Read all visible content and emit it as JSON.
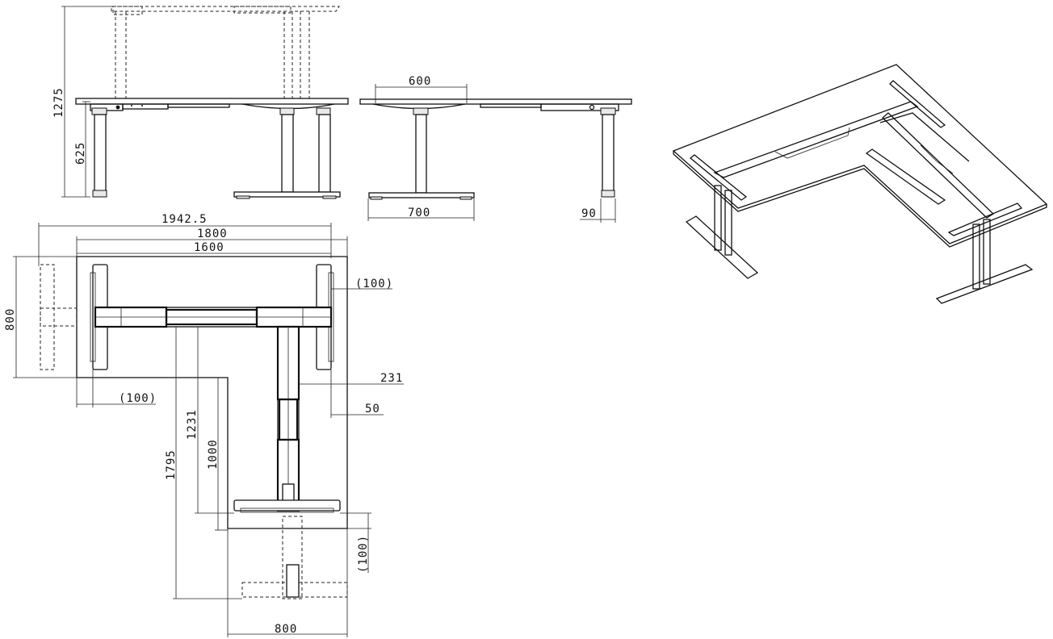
{
  "front_view": {
    "max_height": "1275",
    "height": "625"
  },
  "side_view": {
    "top_width": "600",
    "base_width": "700",
    "foot": "90"
  },
  "top_view": {
    "overall_width": "1942.5",
    "width_1800": "1800",
    "width_1600": "1600",
    "overhang_right": "(100)",
    "depth": "800",
    "overhang_left": "(100)",
    "dim_231": "231",
    "dim_50": "50",
    "dim_1231": "1231",
    "dim_1000": "1000",
    "dim_1795": "1795",
    "overhang_bottom": "(100)",
    "return_width": "800"
  },
  "colors": {
    "line": "#111111",
    "background": "#ffffff"
  }
}
